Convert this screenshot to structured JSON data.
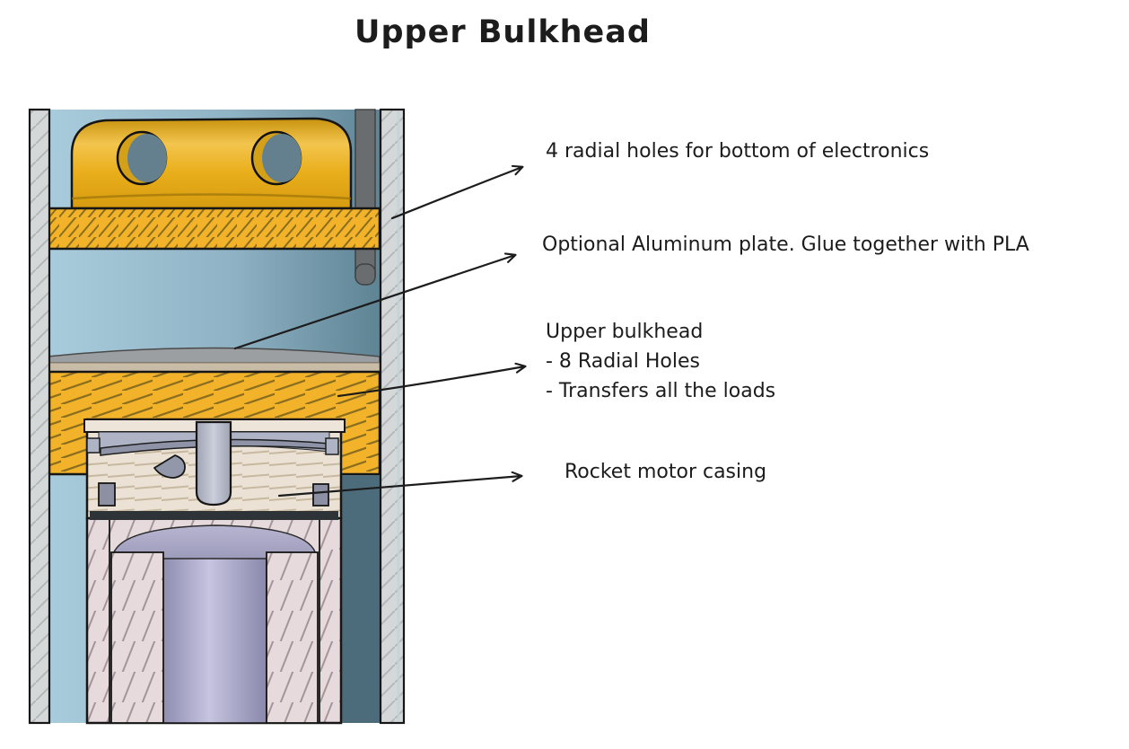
{
  "title": "Upper Bulkhead",
  "annotations": [
    {
      "text": "4 radial holes for bottom of electronics"
    },
    {
      "text": "Optional Aluminum plate. Glue together with PLA"
    },
    {
      "lines": [
        "Upper bulkhead",
        "- 8 Radial Holes",
        "- Transfers all the loads"
      ]
    },
    {
      "text": "Rocket motor casing"
    }
  ],
  "colors": {
    "ink": "#1c1c1c",
    "gold": "#F2B32B",
    "gold_dark": "#C8930E",
    "gold_hatch_line": "#8A6D1E",
    "interior_blue_light": "#A9CCDD",
    "interior_blue_dark": "#5E8494",
    "interior_teal_deep": "#4D6C7B",
    "wall_gray": "#D4D8D9",
    "rod_gray": "#6A6D6F",
    "aluminum_gray": "#9C9FA2",
    "pla_tan": "#C9BCA7",
    "casing_cream": "#EBE2D5",
    "casing_pink": "#E7DADD",
    "propellant_lavender": "#C6C4DF",
    "closure_gray": "#8F93A7"
  }
}
